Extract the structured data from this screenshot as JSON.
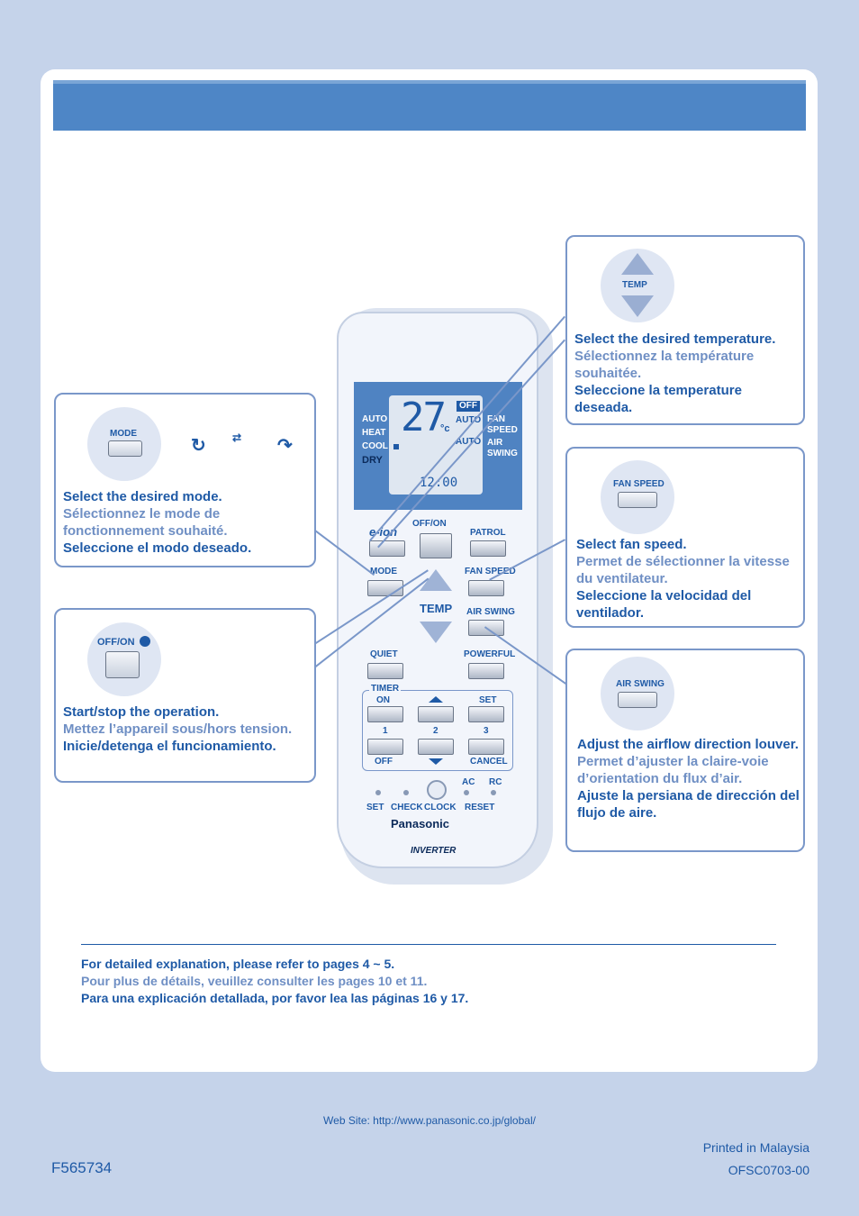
{
  "callouts": {
    "mode": {
      "button_label": "MODE",
      "icon_labels": [
        "",
        "",
        ""
      ],
      "en": "Select the desired mode.",
      "fr": "Sélectionnez le mode de fonctionnement souhaité.",
      "es": "Seleccione el modo deseado."
    },
    "offon": {
      "button_label": "OFF/ON",
      "en": "Start/stop the operation.",
      "fr": "Mettez l’appareil sous/hors tension.",
      "es": "Inicie/detenga el funcionamiento."
    },
    "temp": {
      "button_label": "TEMP",
      "en": "Select the desired temperature.",
      "fr": "Sélectionnez la température souhaitée.",
      "es": "Seleccione la temperature deseada."
    },
    "fanspeed": {
      "button_label": "FAN SPEED",
      "en": "Select fan speed.",
      "fr": "Permet de sélectionner la vitesse du ventilateur.",
      "es": "Seleccione la velocidad del ventilador."
    },
    "airswing": {
      "button_label": "AIR SWING",
      "en": "Adjust the airflow direction louver.",
      "fr": "Permet d’ajuster la claire-voie d’orientation du flux d’air.",
      "es": "Ajuste la persiana de dirección del flujo de aire."
    }
  },
  "remote": {
    "lcd": {
      "modes": [
        "AUTO",
        "HEAT",
        "COOL",
        "DRY"
      ],
      "temp_display": "27",
      "unit": "°c",
      "off_badge": "OFF",
      "fan_auto": "AUTO",
      "swing_auto": "AUTO",
      "fan_label": "FAN SPEED",
      "swing_label": "AIR SWING",
      "clock": "12:00"
    },
    "buttons": {
      "eion": "e-ion",
      "offon": "OFF/ON",
      "patrol": "PATROL",
      "mode": "MODE",
      "fanspeed": "FAN SPEED",
      "temp": "TEMP",
      "airswing": "AIR SWING",
      "quiet": "QUIET",
      "powerful": "POWERFUL",
      "timer": "TIMER",
      "timer_on": "ON",
      "timer_set": "SET",
      "timer_off": "OFF",
      "timer_cancel": "CANCEL",
      "n1": "1",
      "n2": "2",
      "n3": "3",
      "set": "SET",
      "check": "CHECK",
      "clock": "CLOCK",
      "ac": "AC",
      "rc": "RC",
      "reset": "RESET"
    },
    "brand": "Panasonic",
    "inverter": "INVERTER"
  },
  "footer_note": {
    "en": "For detailed explanation, please refer to pages 4 ~ 5.",
    "fr": "Pour plus de détails, veuillez consulter les pages 10 et 11.",
    "es": "Para una explicación detallada, por favor lea las páginas 16 y 17."
  },
  "website": "Web Site: http://www.panasonic.co.jp/global/",
  "printed": "Printed in Malaysia",
  "doc_code": "OFSC0703-00",
  "part_number": "F565734",
  "colors": {
    "background": "#c5d3ea",
    "header": "#4e86c6",
    "primary_text": "#1f5aa6",
    "secondary_text": "#6f8fc4"
  }
}
